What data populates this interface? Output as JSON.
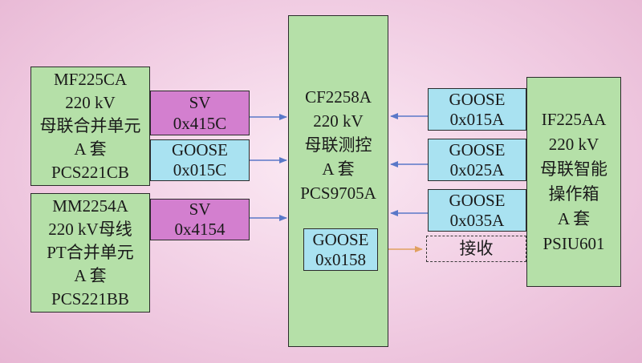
{
  "left_units": [
    {
      "lines": [
        "MF225CA",
        "220 kV",
        "母联合并单元",
        "A 套",
        "PCS221CB"
      ]
    },
    {
      "lines": [
        "MM2254A",
        "220 kV母线",
        "PT合并单元",
        "A 套",
        "PCS221BB"
      ]
    }
  ],
  "left_messages": [
    {
      "type": "SV",
      "id": "0x415C"
    },
    {
      "type": "GOOSE",
      "id": "0x015C"
    },
    {
      "type": "SV",
      "id": "0x4154"
    }
  ],
  "center_unit": {
    "lines": [
      "CF2258A",
      "220 kV",
      "母联测控",
      "A 套",
      "PCS9705A"
    ]
  },
  "center_output": {
    "type": "GOOSE",
    "id": "0x0158"
  },
  "right_messages": [
    {
      "type": "GOOSE",
      "id": "0x015A"
    },
    {
      "type": "GOOSE",
      "id": "0x025A"
    },
    {
      "type": "GOOSE",
      "id": "0x035A"
    }
  ],
  "receive_box": {
    "label": "接收"
  },
  "right_unit": {
    "lines": [
      "IF225AA",
      "220 kV",
      "母联智能",
      "操作箱",
      "A 套",
      "PSIU601"
    ]
  },
  "colors": {
    "unit_fill": "#b5e0a8",
    "sv_fill": "#d37fcf",
    "goose_fill": "#a9e2f1",
    "arrow_blue": "#5a78c8",
    "arrow_orange": "#e0a060"
  }
}
